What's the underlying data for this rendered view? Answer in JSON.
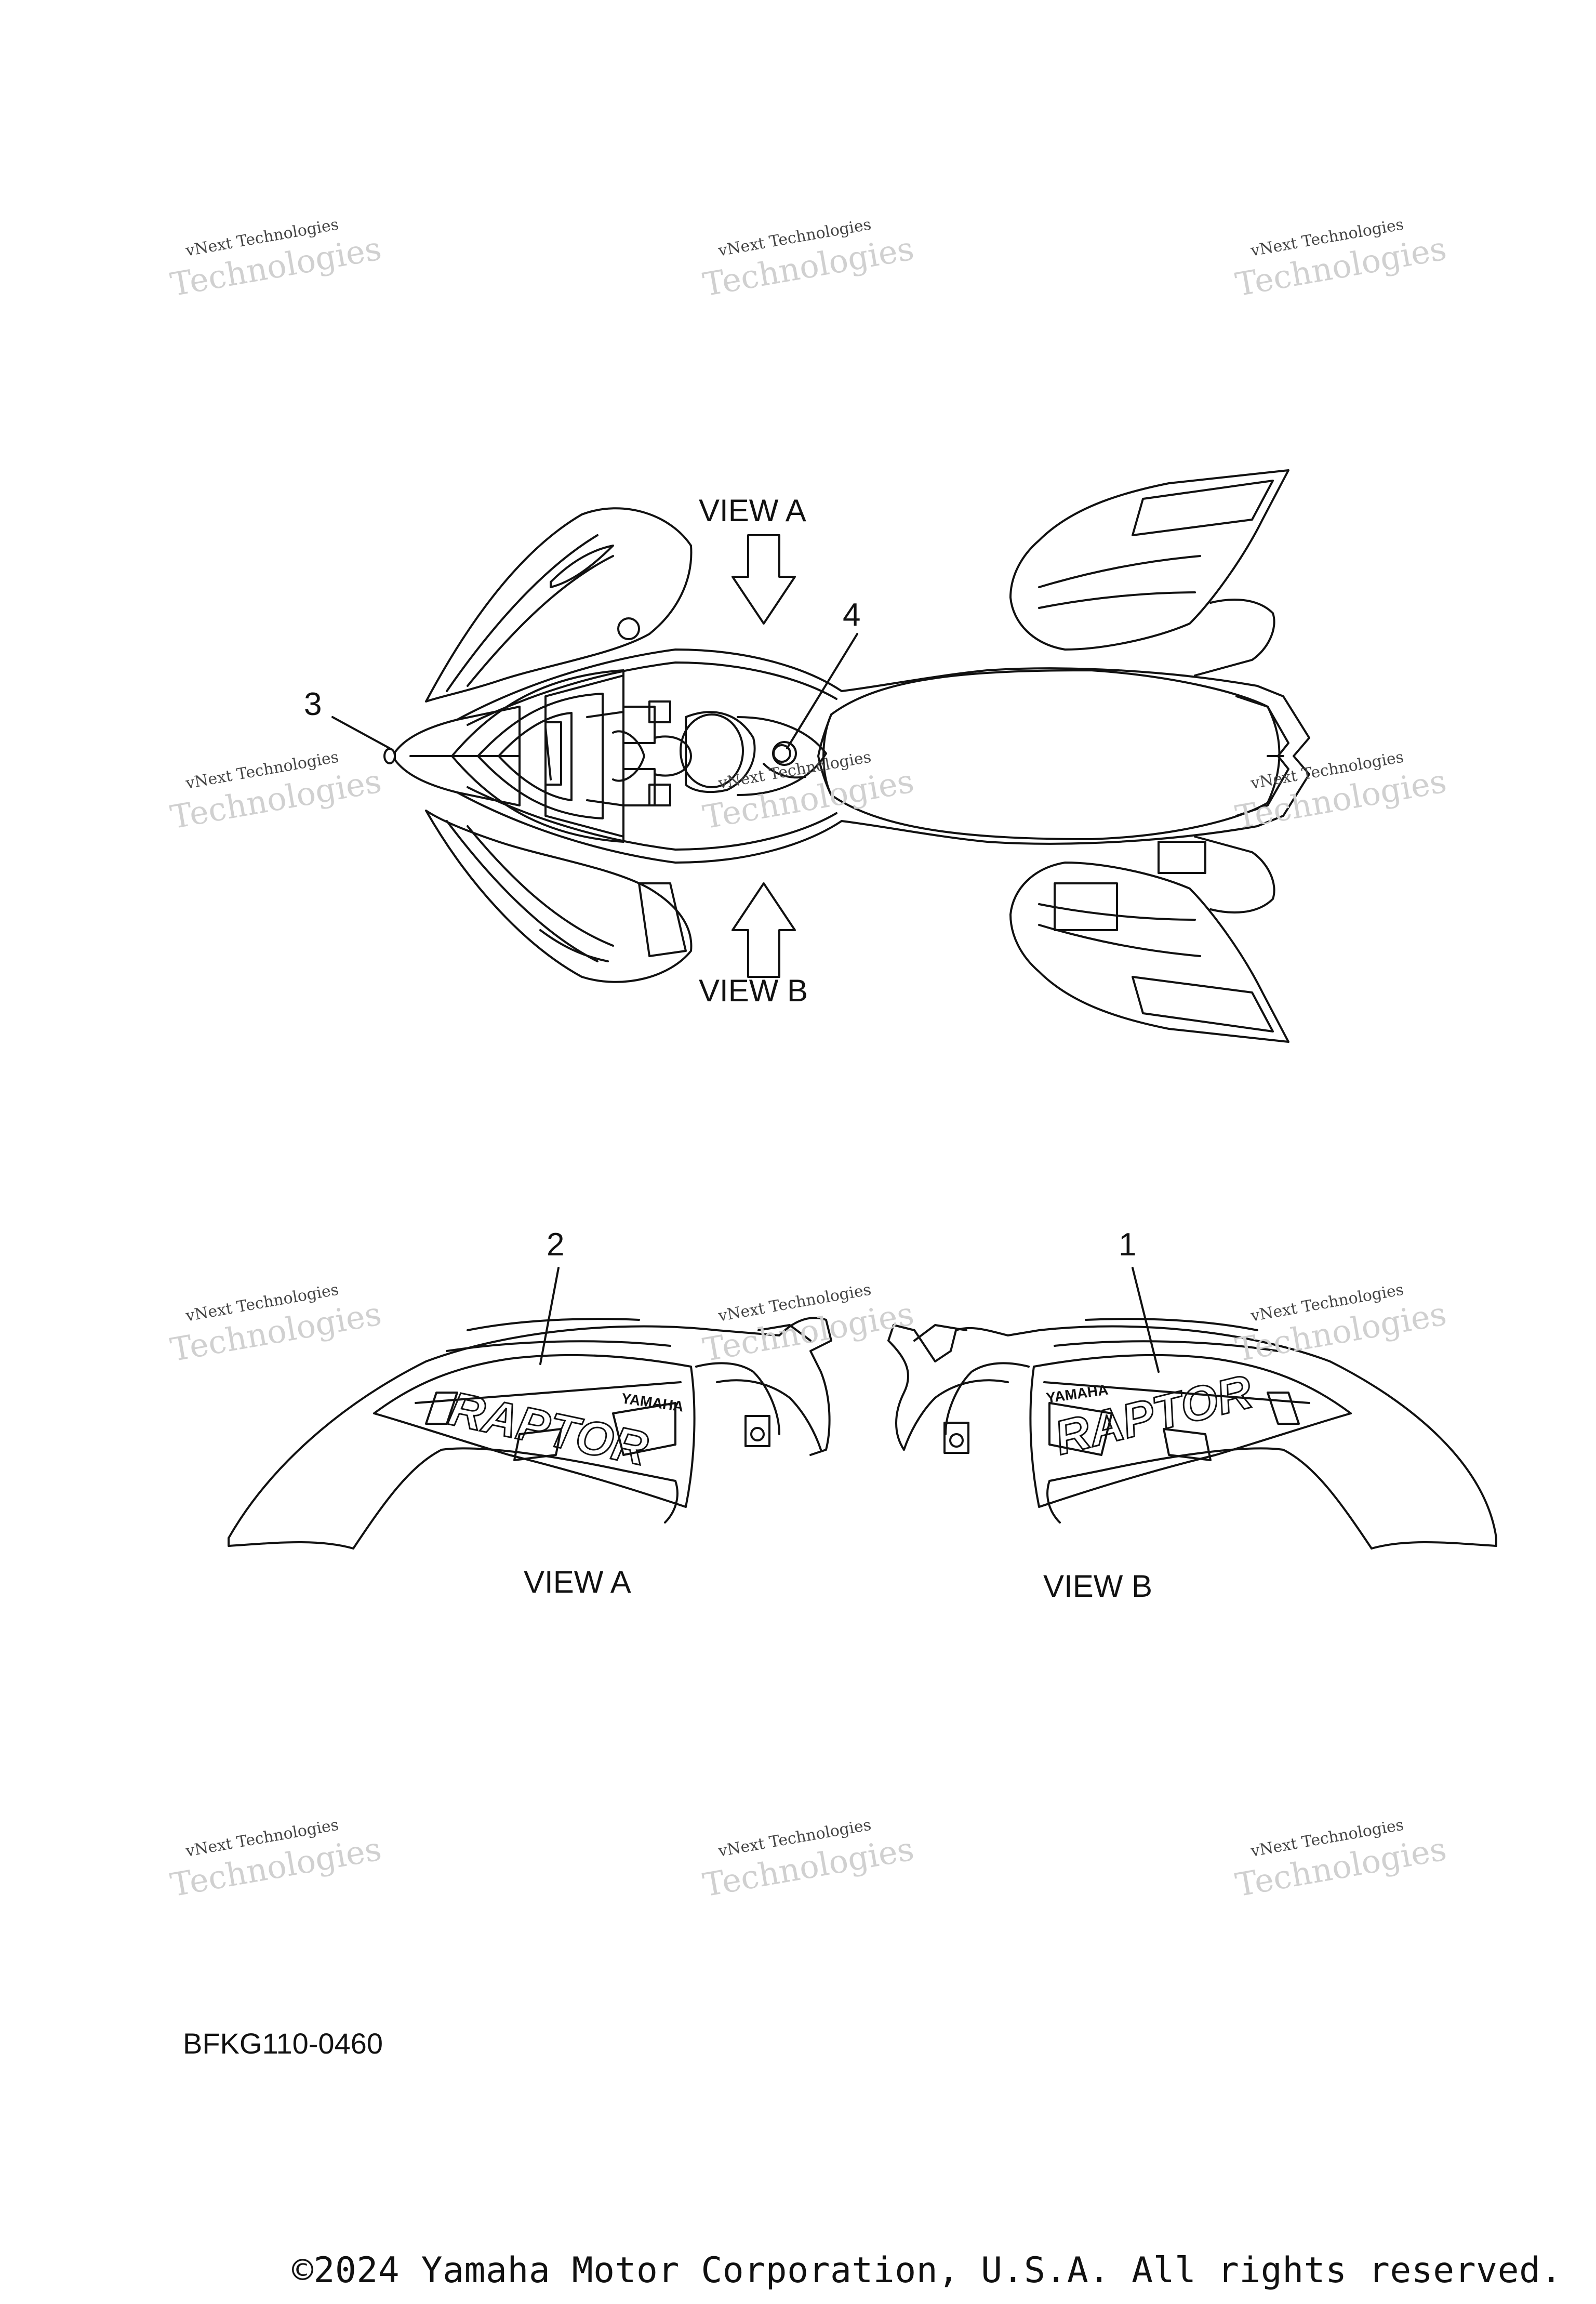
{
  "diagram": {
    "labels": {
      "view_a_top": "VIEW A",
      "view_b_top": "VIEW B",
      "view_a_bottom": "VIEW A",
      "view_b_bottom": "VIEW B",
      "callout_1": "1",
      "callout_2": "2",
      "callout_3": "3",
      "callout_4": "4"
    },
    "decal_text": {
      "brand": "YAMAHA",
      "model": "RAPTOR"
    },
    "part_code": "BFKG110-0460",
    "copyright": "©2024 Yamaha Motor Corporation, U.S.A. All rights reserved.",
    "watermark": {
      "line1": "vNext Technologies",
      "line2": "Technologies"
    }
  }
}
